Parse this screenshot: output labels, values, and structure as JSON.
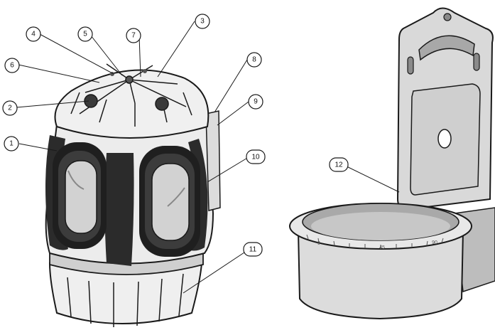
{
  "callouts": {
    "c1": "1",
    "c2": "2",
    "c3": "3",
    "c4": "4",
    "c5": "5",
    "c6": "6",
    "c7": "7",
    "c8": "8",
    "c9": "9",
    "c10": "10",
    "c11": "11",
    "c12": "12"
  },
  "scale_labels": {
    "s0": "0",
    "s45": "45",
    "s90": "90"
  },
  "colors": {
    "line": "#1a1a1a",
    "body_dark": "#2b2b2b",
    "body_mid": "#9a9a9a",
    "body_light": "#e6e6e6",
    "bracket_fill": "#d9d9d9",
    "bracket_shadow": "#a8a8a8"
  }
}
